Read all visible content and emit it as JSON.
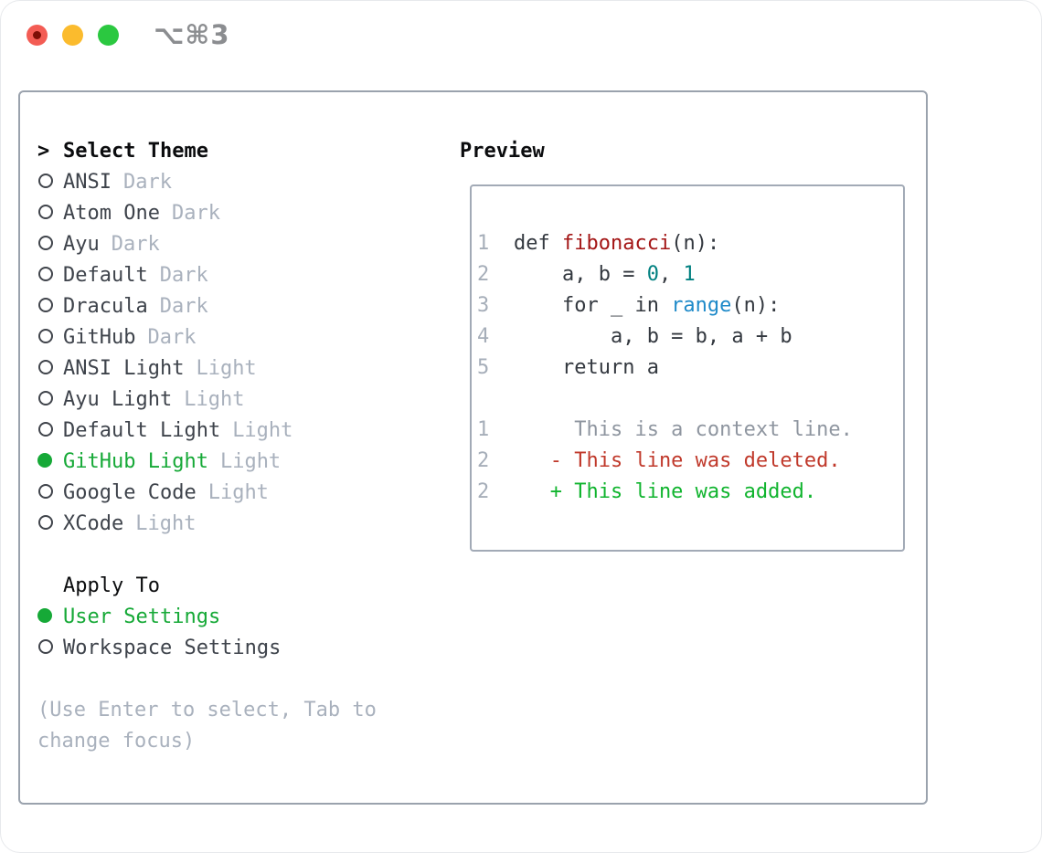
{
  "window": {
    "title": "⌥⌘3",
    "traffic_lights": [
      "close",
      "minimize",
      "zoom"
    ]
  },
  "colors": {
    "accent_green": "#16a937",
    "muted_gray": "#a9b1bd",
    "line_number_gray": "#a6aeb9",
    "traffic_red": "#f35c54",
    "traffic_yellow": "#fbbb2d",
    "traffic_green": "#2bc840",
    "syntax_function_red": "#a31515",
    "syntax_number_teal": "#008080",
    "syntax_builtin_blue": "#1f8ac9",
    "diff_context_gray": "#8f96a0",
    "diff_deleted_red": "#c0392b",
    "diff_added_green": "#10b42e",
    "panel_border": "#9aa2ad"
  },
  "theme_list": {
    "header": "Select Theme",
    "header_marker": ">",
    "items": [
      {
        "label": "ANSI",
        "variant": "Dark",
        "selected": false
      },
      {
        "label": "Atom One",
        "variant": "Dark",
        "selected": false
      },
      {
        "label": "Ayu",
        "variant": "Dark",
        "selected": false
      },
      {
        "label": "Default",
        "variant": "Dark",
        "selected": false
      },
      {
        "label": "Dracula",
        "variant": "Dark",
        "selected": false
      },
      {
        "label": "GitHub",
        "variant": "Dark",
        "selected": false
      },
      {
        "label": "ANSI Light",
        "variant": "Light",
        "selected": false
      },
      {
        "label": "Ayu Light",
        "variant": "Light",
        "selected": false
      },
      {
        "label": "Default Light",
        "variant": "Light",
        "selected": false
      },
      {
        "label": "GitHub Light",
        "variant": "Light",
        "selected": true
      },
      {
        "label": "Google Code",
        "variant": "Light",
        "selected": false
      },
      {
        "label": "XCode",
        "variant": "Light",
        "selected": false
      }
    ]
  },
  "apply_to": {
    "header": "Apply To",
    "options": [
      {
        "label": "User Settings",
        "selected": true
      },
      {
        "label": "Workspace Settings",
        "selected": false
      }
    ]
  },
  "help_text": {
    "line1": "(Use Enter to select, Tab to",
    "line2": "change focus)"
  },
  "preview": {
    "header": "Preview",
    "code_lines": [
      {
        "num": "1",
        "segments": [
          {
            "text": "def ",
            "cls": "plain"
          },
          {
            "text": "fibonacci",
            "cls": "fn"
          },
          {
            "text": "(n):",
            "cls": "plain"
          }
        ]
      },
      {
        "num": "2",
        "segments": [
          {
            "text": "    a, b = ",
            "cls": "plain"
          },
          {
            "text": "0",
            "cls": "num"
          },
          {
            "text": ", ",
            "cls": "plain"
          },
          {
            "text": "1",
            "cls": "num"
          }
        ]
      },
      {
        "num": "3",
        "segments": [
          {
            "text": "    for _ in ",
            "cls": "plain"
          },
          {
            "text": "range",
            "cls": "builtin"
          },
          {
            "text": "(n):",
            "cls": "plain"
          }
        ]
      },
      {
        "num": "4",
        "segments": [
          {
            "text": "        a, b = b, a + b",
            "cls": "plain"
          }
        ]
      },
      {
        "num": "5",
        "segments": [
          {
            "text": "    return a",
            "cls": "plain"
          }
        ]
      },
      {
        "num": "",
        "segments": []
      },
      {
        "num": "1",
        "segments": [
          {
            "text": "     This is a context line.",
            "cls": "ctx"
          }
        ]
      },
      {
        "num": "2",
        "segments": [
          {
            "text": "   - This line was deleted.",
            "cls": "del"
          }
        ]
      },
      {
        "num": "2",
        "segments": [
          {
            "text": "   + This line was added.",
            "cls": "add"
          }
        ]
      }
    ]
  }
}
